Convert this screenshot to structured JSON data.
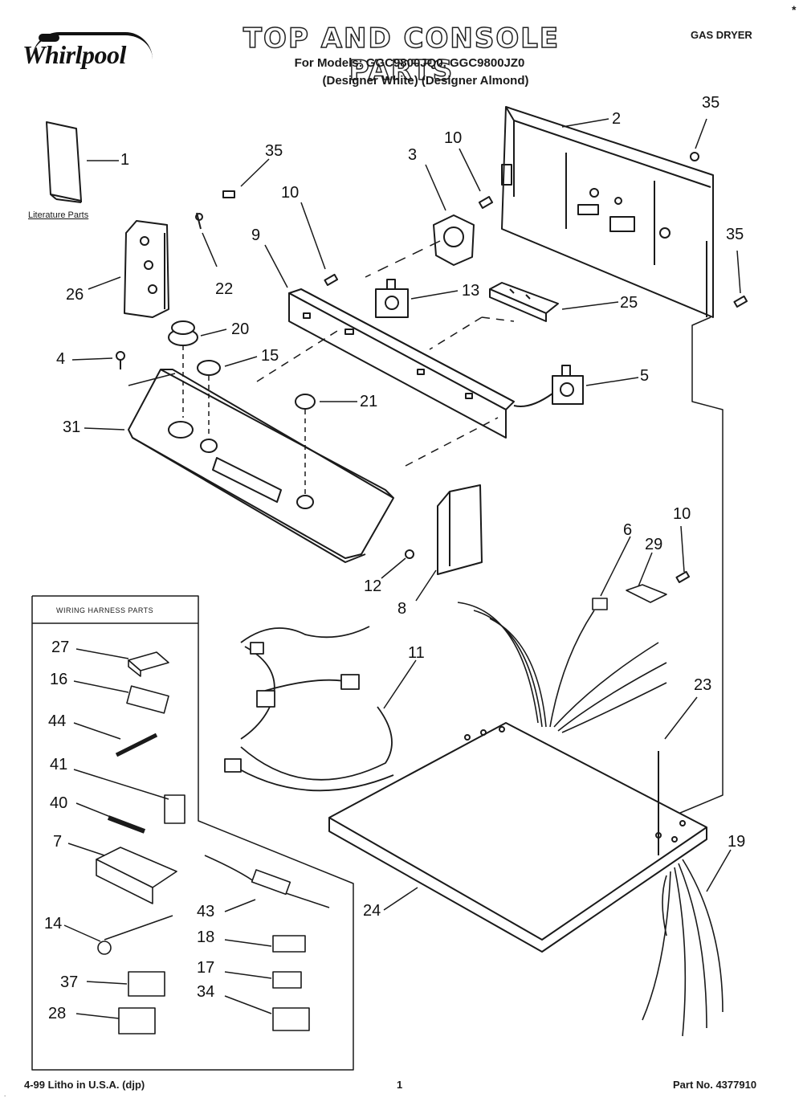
{
  "header": {
    "brand": "Whirlpool",
    "title": "TOP AND CONSOLE PARTS",
    "models_line": "For Models: GGC9800JQ0, GGC9800JZ0",
    "variants_line": "(Designer White)  (Designer Almond)",
    "appliance_type": "GAS DRYER",
    "corner_mark": "*"
  },
  "labels": {
    "literature_parts": "Literature Parts",
    "wiring_harness_parts": "WIRING HARNESS PARTS"
  },
  "callouts": {
    "c1": "1",
    "c2": "2",
    "c3": "3",
    "c4": "4",
    "c5": "5",
    "c6": "6",
    "c7": "7",
    "c8": "8",
    "c9": "9",
    "c10a": "10",
    "c10b": "10",
    "c10c": "10",
    "c11": "11",
    "c12": "12",
    "c13": "13",
    "c14": "14",
    "c15": "15",
    "c16": "16",
    "c17": "17",
    "c18": "18",
    "c19": "19",
    "c20": "20",
    "c21": "21",
    "c22": "22",
    "c23": "23",
    "c24": "24",
    "c25": "25",
    "c26": "26",
    "c27": "27",
    "c28": "28",
    "c29": "29",
    "c31": "31",
    "c34": "34",
    "c35a": "35",
    "c35b": "35",
    "c35c": "35",
    "c37": "37",
    "c40": "40",
    "c41": "41",
    "c43": "43",
    "c44": "44"
  },
  "footer": {
    "left": "4-99 Litho in U.S.A. (djp)",
    "page": "1",
    "part_no": "Part No. 4377910"
  },
  "colors": {
    "ink": "#1a1a1a",
    "paper": "#ffffff",
    "shade": "#9a9a9a"
  }
}
